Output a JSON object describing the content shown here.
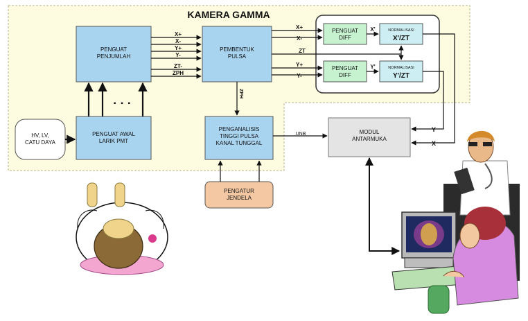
{
  "title": "KAMERA GAMMA",
  "blocks": {
    "summing_amp": [
      "PENGUAT",
      "PENJUMLAH"
    ],
    "pulse_shaper": [
      "PEMBENTUK",
      "PULSA"
    ],
    "diff_x": [
      "PENGUAT",
      "DIFF"
    ],
    "diff_y": [
      "PENGUAT",
      "DIFF"
    ],
    "norm_x_small": "NORMALISASI",
    "norm_x_big": "X'/ZT",
    "norm_y_small": "NORMALISASI",
    "norm_y_big": "Y'/ZT",
    "power": [
      "HV, LV,",
      "CATU DAYA"
    ],
    "preamp": [
      "PENGUAT AWAL",
      "LARIK PMT"
    ],
    "analyzer": [
      "PENGANALISIS",
      "TINGGI PULSA",
      "KANAL TUNGGAL"
    ],
    "window": [
      "PENGATUR",
      "JENDELA"
    ],
    "interface": [
      "MODUL",
      "ANTARMUKA"
    ]
  },
  "signals": {
    "xp": "X+",
    "xm": "X-",
    "yp": "Y+",
    "ym": "Y-",
    "zt": "ZT-",
    "zph": "ZPH",
    "out_xp": "X+",
    "out_xm": "X-",
    "out_zt": "ZT",
    "out_yp": "Y+",
    "out_ym": "Y-",
    "xprime": "X'",
    "yprime": "Y'",
    "zph_down": "ZPH",
    "unb": "UNB",
    "y_in": "Y",
    "x_in": "X"
  },
  "dots": "▪ ▪ ▪",
  "colors": {
    "panel": "#fdfbe0",
    "block_blue": "#a9d4f0",
    "block_green": "#c6f2cf",
    "block_cyan": "#cdeff4",
    "block_gray": "#e4e4e4",
    "block_peach": "#f4c8a2"
  },
  "illustrations": [
    "patient-illustration",
    "doctor-illustration",
    "operator-at-computer-illustration"
  ]
}
